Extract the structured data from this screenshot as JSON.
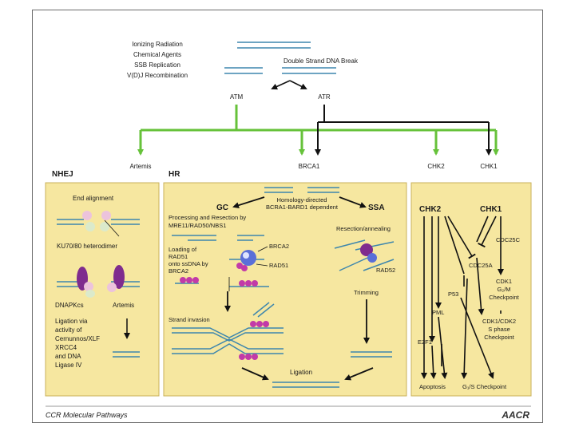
{
  "colors": {
    "panel": "#f6e7a0",
    "panel_border": "#c9b05a",
    "green": "#66c23a",
    "dna": "#3d86ad",
    "black": "#111111",
    "purple": "#7f2c8e",
    "magenta": "#c23aa8",
    "footer_rule": "#9a9a9a"
  },
  "top": {
    "causes": [
      "Ionizing Radiation",
      "Chemical Agents",
      "SSB Replication",
      "V(D)J Recombination"
    ],
    "dsb_label": "Double Strand DNA Break",
    "atm": "ATM",
    "atr": "ATR"
  },
  "targets": {
    "artemis": "Artemis",
    "brca1": "BRCA1",
    "chk2": "CHK2",
    "chk1": "CHK1"
  },
  "nhej": {
    "title": "NHEJ",
    "end_alignment": "End alignment",
    "ku": "KU70/80 heterodimer",
    "dnapkcs": "DNAPKcs",
    "artemis": "Artemis",
    "ligation": [
      "Ligation via",
      "activity of",
      "Cernunnos/XLF",
      "XRCC4",
      "and DNA",
      "Ligase IV"
    ]
  },
  "hr": {
    "title": "HR",
    "gc": "GC",
    "ssa": "SSA",
    "homology": [
      "Homology-directed",
      "BCRA1-BARD1 dependent"
    ],
    "processing": [
      "Processing and Resection by",
      "MRE11/RAD50/NBS1"
    ],
    "loading": [
      "Loading of",
      "RAD51",
      "onto ssDNA by",
      "BRCA2"
    ],
    "brca2": "BRCA2",
    "rad51": "RAD51",
    "resection": "Resection/annealing",
    "rad52": "RAD52",
    "trimming": "Trimming",
    "strand_invasion": "Strand invasion",
    "ligation": "Ligation"
  },
  "checkpoint": {
    "chk2": "CHK2",
    "chk1": "CHK1",
    "cdc25c": "CDC25C",
    "cdc25a": "CDC25A",
    "p53": "P53",
    "pml": "PML",
    "e2f1": "E2F1",
    "cdk1_lines": [
      "CDK1",
      "G₂/M",
      "Checkpoint"
    ],
    "cdk1cdk2_lines": [
      "CDK1/CDK2",
      "S phase",
      "Checkpoint"
    ],
    "apoptosis": "Apoptosis",
    "g1s": "G₁/S Checkpoint"
  },
  "footer": {
    "left": "CCR Molecular Pathways",
    "logo": "AACR"
  }
}
